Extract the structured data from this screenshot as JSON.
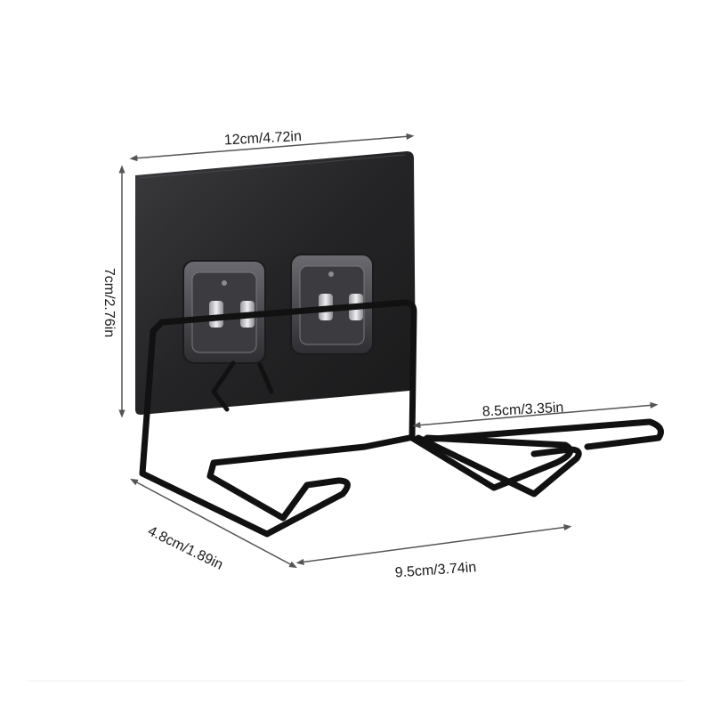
{
  "dimensions": {
    "width_label": "12cm/4.72in",
    "height_label": "7cm/2.76in",
    "arm_length_label": "8.5cm/3.35in",
    "depth_label": "4.8cm/1.89in",
    "base_width_label": "9.5cm/3.74in"
  },
  "colors": {
    "plate": "#2b2b2d",
    "wire": "#111111",
    "dimension_line": "#555555",
    "background": "#ffffff"
  }
}
